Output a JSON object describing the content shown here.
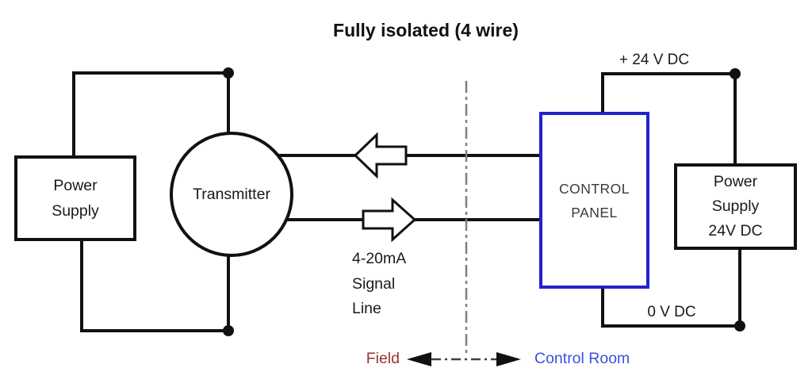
{
  "title": "Fully isolated (4 wire)",
  "left_power_supply": {
    "line1": "Power",
    "line2": "Supply"
  },
  "transmitter": {
    "label": "Transmitter"
  },
  "signal_label": {
    "line1": "4-20mA",
    "line2": "Signal",
    "line3": "Line"
  },
  "control_panel": {
    "line1": "CONTROL",
    "line2": "PANEL"
  },
  "right_power_supply": {
    "line1": "Power",
    "line2": "Supply",
    "line3": "24V DC"
  },
  "labels": {
    "plus_24v": "+ 24 V DC",
    "zero_v": "0 V DC",
    "field": "Field",
    "control_room": "Control Room"
  },
  "colors": {
    "wire": "#111111",
    "control_panel_border": "#2222cc",
    "field_text": "#993333",
    "control_room_text": "#3c50e0",
    "divider_line": "#7f7f7f",
    "legend_line": "#404040",
    "text": "#1a1a1a"
  }
}
